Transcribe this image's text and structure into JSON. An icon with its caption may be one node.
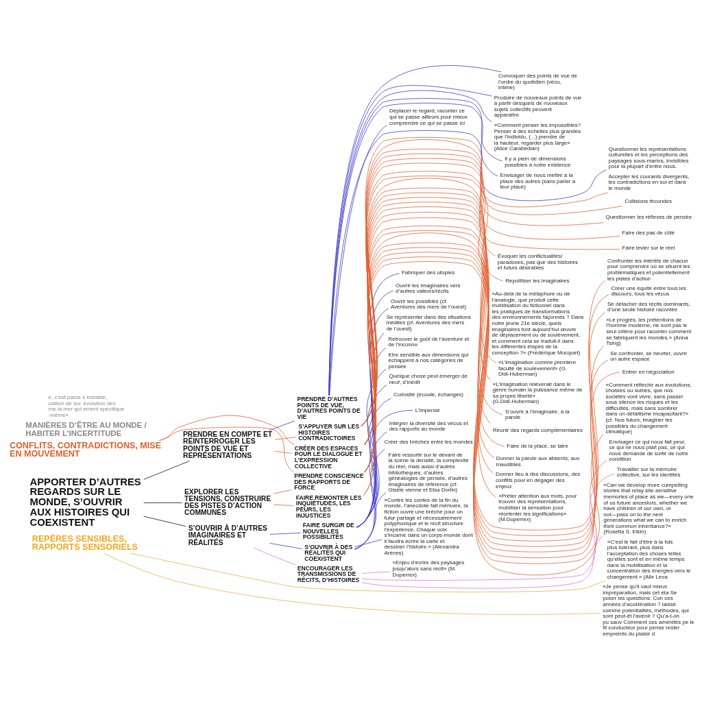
{
  "diagram": {
    "nodes": [
      {
        "text": [
          "REPÈRES SENSIBLES, RAPPORTS SENSORIELS"
        ]
      },
      {
        "text": [
          "CONFLITS, CONTRADICTIONS, MISE EN MOUVEMENT"
        ]
      },
      {
        "text": [
          "APPORTER D’AUTRES REGARDS SUR LE MONDE, S’OUVRIR AUX HISTOIRES QUI COEXISTENT"
        ]
      },
      {
        "text": [
          "S’OUVRIR À D’AUTRES IMAGINAIRES ET RÉALITÉS"
        ]
      },
      {
        "text": [
          "PRENDRE EN COMPTE ET RÉINTERROGER LES POINTS DE VUE ET REPRÉSENTATIONS"
        ]
      },
      {
        "text": [
          "EXPLORER LES TENSIONS, CONSTRUIRE DES PISTES D’ACTION COMMUNES"
        ]
      },
      {
        "text": [
          "ENCOURAGER LES TRANSMISSIONS DE RÉCITS, D’HISTOIRES"
        ]
      },
      {
        "text": [
          "FAIRE SURGIR DE NOUVELLES POSSIBILITÉS"
        ]
      },
      {
        "text": [
          "S’OUVRIR À DES RÉALITÉS QUI COEXISTENT"
        ]
      },
      {
        "text": [
          "PRENDRE D’AUTRES POINTS DE VUE, D’AUTRES POINTS DE VIE"
        ]
      },
      {
        "text": [
          "CRÉER DES ESPACES POUR LE DIALOGUE ET L’EXPRESSION COLLECTIVE"
        ]
      },
      {
        "text": [
          "S’APPUYER SUR LES HISTOIRES CONTRADICTOIRES"
        ]
      },
      {
        "text": [
          "PRENDRE CONSCIENCE DES RAPPORTS DE FORCE"
        ]
      },
      {
        "text": [
          "FAIRE REMONTER LES INQUIÉTUDES, LES PEURS, LES INJUSTICES"
        ]
      },
      {
        "text": [
          "Travailler sur la mémoire collective, sur les identités"
        ]
      },
      {
        "text": [
          "«Can we develop more compelling stories that relay site-sensitive memories of place as we—every one of us future ancestors, whether we have children of our own, or not—pass on to the next generations what we can to enrich their common inheritance?» (Rosetta S. Elkin)"
        ]
      },
      {
        "text": [
          "«Enjeu d’écrire des paysages jusqu’alors sans récit» (M. Duperrex)"
        ]
      },
      {
        "text": [
          "Etre sensible aux dimensions qui échappent à nos catégories de pensée"
        ]
      },
      {
        "text": [
          "Quelque chose peut émerger de neuf, d’inédit"
        ]
      },
      {
        "text": [
          "Curiosité (écoute, échanges)"
        ]
      },
      {
        "text": [
          "L’impensé"
        ]
      },
      {
        "text": [
          "Fabriquer des utopies"
        ]
      },
      {
        "text": [
          "Ouvrir les imaginaires vers d’autres valeurs/récits"
        ]
      },
      {
        "text": [
          "Ouvrir les possibles (cf. Aventures des mers de l’ouest)"
        ]
      },
      {
        "text": [
          "Se représenter dans des situations inédites (cf. Aventures des mers de l’ouest)"
        ]
      },
      {
        "text": [
          "Retrouver le goût de l’aventure et de l’inconnu"
        ]
      },
      {
        "text": [
          "Intégrer la diversité des vécus et des rapports au monde"
        ]
      },
      {
        "text": [
          "Créer des brèches entre les mondes"
        ]
      },
      {
        "text": [
          "Faire ressortir sur le devant de la scène la densité, la complexité du réel, mais aussi d’autres bibliothèques, d’autres généalogies de pensée, d’autres imaginaires de référence (cf. Gisèle vienne et Elsa Dorlin)"
        ]
      },
      {
        "text": [
          "«Contre les contes de la fin du monde, l’anecdote fait mémoire, la fiction ouvre une brèche pour un futur partagé et nécessairement polyphonique et le récit structure l’expérience. Chaque voix s’incarne dans un corps-monde dont il faudra écrire la carte et dessiner l’histoire.» (Alexandra Arènes)"
        ]
      },
      {
        "text": [
          "Déplacer le regard, raconter ce qui se passe ailleurs pour mieux comprendre ce qui se passe ici"
        ]
      },
      {
        "text": [
          "Questionner les représentations culturelles et les perceptions des paysages sous-marins, invisibles pour la plupart d’entre nous."
        ]
      },
      {
        "text": [
          "Convoquer des points de vue de l’ordre du quotidien (vécu, intime)"
        ]
      },
      {
        "text": [
          "Produire de nouveaux points de vue à partir desquels de nouveaux sujets collectifs peuvent apparaître"
        ]
      },
      {
        "text": [
          "«Comment penser les impossibles? Penser à des échelles plus grandes que l’individu, (...) prendre de la hauteur, regarder plus large» (Alice Carabédian)"
        ]
      },
      {
        "text": [
          "Il y a plein de dimensions possibles à notre existence"
        ]
      },
      {
        "text": [
          "Envisager de nous mettre à la place des autres (sans parler à leur place)"
        ]
      },
      {
        "text": [
          "S’ouvrir à l’imaginaire, à la parole"
        ]
      },
      {
        "text": [
          "Réunir des regards complémentaires"
        ]
      },
      {
        "text": [
          "Faire de la place, se taire"
        ]
      },
      {
        "text": [
          "Donner la parole aux absents, aux inaudibles"
        ]
      },
      {
        "text": [
          "Donner lieu à des discussions, des conflits pour en dégager des enjeux"
        ]
      },
      {
        "text": [
          "«Prêter attention aux mots, pour trouver des représentations, mobiliser la sensation pour réorienter les significations» (M.Duperrex)"
        ]
      },
      {
        "text": [
          "Repolitiser les imaginaires"
        ]
      },
      {
        "text": [
          "«Au-delà de la métaphore ou de l’analogie, que produit cette mobilisation du fictionnel dans les pratiques de transformations des environnements façonnés ? Dans notre jeune 21e siècle, quels imaginaires font aujourd’hui œuvre de déplacement ou de soulèvement, et comment cela se traduit-il dans les différentes étapes de la conception ?» (Frédérique Mocquet)"
        ]
      },
      {
        "text": [
          "«L’imagination comme première faculté de soulèvement» (G. Didi-Huberman)"
        ]
      },
      {
        "text": [
          "«L’imagination relèverait dans le genre humain la puissance même de sa propre liberté» (G.Didi-Huberman)"
        ]
      },
      {
        "text": [
          "Évoquer les conflictualités/ paradoxes, pas que des histoires et futurs désirables"
        ]
      },
      {
        "text": [
          "Accepter les courants divergents, les contradictions en soi et dans le monde"
        ]
      },
      {
        "text": [
          "Collisions fécondes"
        ]
      },
      {
        "text": [
          "Questionner les réflexes de pensée"
        ]
      },
      {
        "text": [
          "Faire des pas de côté"
        ]
      },
      {
        "text": [
          "Faire levier sur le réel"
        ]
      },
      {
        "text": [
          "Se confronter, se heurter, ouvrir un autre espace"
        ]
      },
      {
        "text": [
          "Entrer en négociation"
        ]
      },
      {
        "text": [
          "Confronter les intérêts de chacun pour comprendre où se situent les problématiques et potentiellement les pistes d’action"
        ]
      },
      {
        "text": [
          "Créer une équité entre tous les discours, tous les vécus"
        ]
      },
      {
        "text": [
          "Se détacher des récits dominants, d’une seule histoire racontée"
        ]
      },
      {
        "text": [
          "«Le progrès, les prétentions de l’homme moderne, ne sont pas le seul critère pour raconter comment se fabriquent les mondes.» (Anna Tsing)"
        ]
      },
      {
        "text": [
          "Envisager ce qui nous fait peur, ce qui ne nous plaît pas, ce qui nous demande de sortir de notre condition"
        ]
      },
      {
        "text": [
          "«Comment réfléchir aux évolutions, choisies ou subies, que nos sociétés vont vivre, sans passer sous silence les risques et les difficultés, mais sans sombrer dans un défaitisme incapacitant?» (cf. Nos futurs, imaginer les possibles du changement climatique)"
        ]
      },
      {
        "text": [
          "«C’est le fait d’être à la fois plus tolérant, plus dans l’acceptation des choses telles qu’elles sont et en même temps dans la mobilisation et la concentration des énergies vers le changement.» (Alix Leva"
        ]
      },
      {
        "text": [
          "«Je pense qu’il vaut mieux impréparation, mais cet éta Se poser les questions: Con ces années d’accélération ? laissé comme potentialités, méthodes, qui sont peut-êt l’avenir ? Qu’a-t-on pu sauv Comment ces aménités pe le fil conducteur pour pense rester empreints du plaisir d"
        ]
      }
    ],
    "edges": [
      {
        "from": 2,
        "to": 3,
        "arrow": "none",
        "color": "#111111"
      },
      {
        "from": 2,
        "to": 4,
        "arrow": "none",
        "color": "#111111"
      },
      {
        "from": 2,
        "to": 5,
        "arrow": "none",
        "color": "#111111"
      },
      {
        "from": 3,
        "to": 6,
        "arrow": "none",
        "color": "#e070e0"
      },
      {
        "from": 3,
        "to": 7,
        "arrow": "none",
        "color": "#3a3ac8"
      },
      {
        "from": 3,
        "to": 8,
        "arrow": "none",
        "color": "#3a3ac8"
      },
      {
        "from": 4,
        "to": 9,
        "arrow": "none",
        "color": "#3a3ac8"
      },
      {
        "from": 4,
        "to": 10,
        "arrow": "none",
        "color": "#e06030"
      },
      {
        "from": 4,
        "to": 11,
        "arrow": "none",
        "color": "#e06030"
      },
      {
        "from": 5,
        "to": 12,
        "arrow": "none",
        "color": "#e06030"
      },
      {
        "from": 5,
        "to": 13,
        "arrow": "none",
        "color": "#e06030"
      },
      {
        "from": 6,
        "to": 14,
        "arrow": "none",
        "color": "#e070e0"
      },
      {
        "from": 6,
        "to": 15,
        "arrow": "none",
        "color": "#e070e0"
      },
      {
        "from": 6,
        "to": 16,
        "arrow": "none",
        "color": "#e070e0"
      },
      {
        "from": 7,
        "to": 17,
        "arrow": "none",
        "color": "#3a3ac8"
      },
      {
        "from": 7,
        "to": 18,
        "arrow": "none",
        "color": "#3a3ac8"
      },
      {
        "from": 7,
        "to": 19,
        "arrow": "none",
        "color": "#3a3ac8"
      },
      {
        "from": 7,
        "to": 20,
        "arrow": "none",
        "color": "#3a3ac8"
      },
      {
        "from": 7,
        "to": 21,
        "arrow": "none",
        "color": "#3a3ac8"
      },
      {
        "from": 7,
        "to": 22,
        "arrow": "none",
        "color": "#3a3ac8"
      },
      {
        "from": 7,
        "to": 23,
        "arrow": "none",
        "color": "#3a3ac8"
      },
      {
        "from": 7,
        "to": 24,
        "arrow": "none",
        "color": "#3a3ac8"
      },
      {
        "from": 7,
        "to": 25,
        "arrow": "none",
        "color": "#3a3ac8"
      },
      {
        "from": 8,
        "to": 26,
        "arrow": "none",
        "color": "#3a3ac8"
      },
      {
        "from": 8,
        "to": 27,
        "arrow": "none",
        "color": "#3a3ac8"
      },
      {
        "from": 8,
        "to": 28,
        "arrow": "none",
        "color": "#3a3ac8"
      },
      {
        "from": 8,
        "to": 29,
        "arrow": "none",
        "color": "#3a3ac8"
      },
      {
        "from": 9,
        "to": 30,
        "arrow": "none",
        "color": "#3a3ac8"
      },
      {
        "from": 9,
        "to": 31,
        "arrow": "none",
        "color": "#3a3ac8"
      },
      {
        "from": 9,
        "to": 32,
        "arrow": "none",
        "color": "#3a3ac8"
      },
      {
        "from": 9,
        "to": 33,
        "arrow": "none",
        "color": "#3a3ac8"
      },
      {
        "from": 9,
        "to": 34,
        "arrow": "none",
        "color": "#3a3ac8"
      },
      {
        "from": 9,
        "to": 35,
        "arrow": "none",
        "color": "#3a3ac8"
      },
      {
        "from": 9,
        "to": 36,
        "arrow": "none",
        "color": "#3a3ac8"
      },
      {
        "from": 10,
        "to": 37,
        "arrow": "none",
        "color": "#e06030"
      },
      {
        "from": 10,
        "to": 38,
        "arrow": "none",
        "color": "#e06030"
      },
      {
        "from": 10,
        "to": 39,
        "arrow": "none",
        "color": "#e06030"
      },
      {
        "from": 10,
        "to": 40,
        "arrow": "none",
        "color": "#e06030"
      },
      {
        "from": 10,
        "to": 41,
        "arrow": "none",
        "color": "#e06030"
      },
      {
        "from": 10,
        "to": 42,
        "arrow": "none",
        "color": "#e06030"
      },
      {
        "from": 10,
        "to": 43,
        "arrow": "none",
        "color": "#e06030"
      },
      {
        "from": 10,
        "to": 44,
        "arrow": "none",
        "color": "#e06030"
      },
      {
        "from": 10,
        "to": 45,
        "arrow": "none",
        "color": "#e06030"
      },
      {
        "from": 10,
        "to": 46,
        "arrow": "none",
        "color": "#e06030"
      },
      {
        "from": 11,
        "to": 47,
        "arrow": "none",
        "color": "#e06030"
      },
      {
        "from": 11,
        "to": 48,
        "arrow": "none",
        "color": "#e06030"
      },
      {
        "from": 11,
        "to": 49,
        "arrow": "none",
        "color": "#e06030"
      },
      {
        "from": 11,
        "to": 50,
        "arrow": "none",
        "color": "#e06030"
      },
      {
        "from": 11,
        "to": 51,
        "arrow": "none",
        "color": "#e06030"
      },
      {
        "from": 11,
        "to": 52,
        "arrow": "none",
        "color": "#e06030"
      },
      {
        "from": 12,
        "to": 53,
        "arrow": "none",
        "color": "#e06030"
      },
      {
        "from": 12,
        "to": 54,
        "arrow": "none",
        "color": "#e06030"
      },
      {
        "from": 12,
        "to": 55,
        "arrow": "none",
        "color": "#e06030"
      },
      {
        "from": 12,
        "to": 56,
        "arrow": "none",
        "color": "#e06030"
      },
      {
        "from": 12,
        "to": 57,
        "arrow": "none",
        "color": "#e06030"
      },
      {
        "from": 12,
        "to": 58,
        "arrow": "none",
        "color": "#e06030"
      },
      {
        "from": 13,
        "to": 59,
        "arrow": "none",
        "color": "#e06030"
      },
      {
        "from": 13,
        "to": 60,
        "arrow": "none",
        "color": "#e06030"
      },
      {
        "from": 1,
        "to": 10,
        "arrow": "none",
        "color": "#e06030"
      },
      {
        "from": 1,
        "to": 12,
        "arrow": "none",
        "color": "#e06030"
      },
      {
        "from": 0,
        "to": 61,
        "arrow": "none",
        "color": "#f0b030"
      },
      {
        "from": 0,
        "to": 62,
        "arrow": "none",
        "color": "#f0b030"
      }
    ],
    "labels": [
      "MANIÈRES D’ÊTRE AU MONDE / HABITER L’INCERTITUDE",
      "e, c’est parce s instable, ciation de soi. évolution des me la mer qui ement spécifique -même»"
    ]
  }
}
